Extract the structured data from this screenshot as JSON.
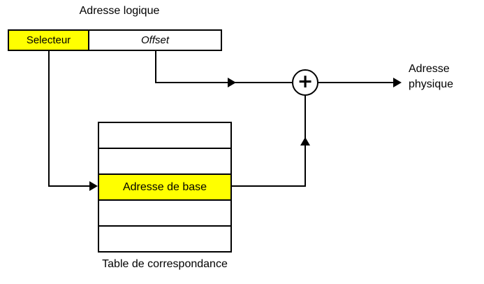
{
  "diagram": {
    "title": "Adresse logique",
    "logical_address_box": {
      "selector_label": "Selecteur",
      "offset_label": "Offset"
    },
    "adder": {
      "symbol": "+"
    },
    "physical_address_label": "Adresse physique",
    "table": {
      "caption": "Table de correspondance",
      "rows": [
        "",
        "",
        "Adresse de base",
        "",
        ""
      ],
      "highlighted_row_index": 2
    },
    "colors": {
      "highlight_yellow": "#ffff00",
      "line_black": "#000000",
      "background": "#ffffff"
    }
  }
}
